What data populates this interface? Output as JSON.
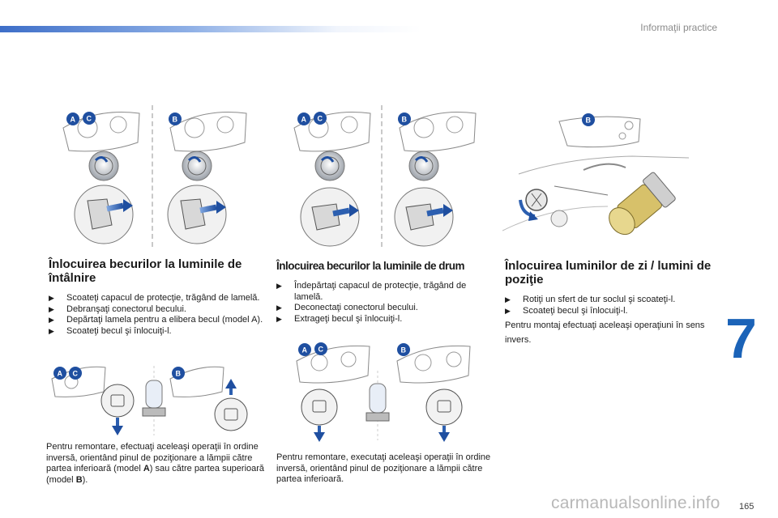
{
  "header": {
    "title": "Informaţii practice"
  },
  "chapter_number": "7",
  "page_number": "165",
  "watermark": "carmanualsonline.info",
  "badges": {
    "a": "A",
    "b": "B",
    "c": "C"
  },
  "section1": {
    "title": "Înlocuirea becurilor la luminile de întâlnire",
    "steps": [
      "Scoateţi capacul de protecţie, trăgând de lamelă.",
      "Debranşaţi conectorul becului.",
      "Depărtaţi lamela pentru a elibera becul (model A).",
      "Scoateţi becul şi înlocuiţi-l."
    ],
    "note_parts": [
      "Pentru remontare, efectuaţi aceleaşi operaţii în ordine inversă, orientând pinul de poziţionare a lămpii către partea inferioară (model ",
      "A",
      ") sau către partea superioară (model ",
      "B",
      ")."
    ]
  },
  "section2": {
    "title": "Înlocuirea becurilor la luminile de drum",
    "steps": [
      "Îndepărtaţi capacul de protecţie, trăgând de lamelă.",
      "Deconectaţi conectorul becului.",
      "Extrageţi becul şi înlocuiţi-l."
    ],
    "note": "Pentru remontare, executaţi aceleaşi operaţii în ordine inversă, orientând pinul de poziţionare a lămpii către partea inferioară."
  },
  "section3": {
    "title": "Înlocuirea luminilor de zi / lumini de poziţie",
    "steps": [
      "Rotiţi un sfert de tur soclul şi scoateţi-l.",
      "Scoateţi becul şi înlocuiţi-l."
    ],
    "note": "Pentru montaj efectuaţi aceleaşi operaţiuni în sens invers."
  },
  "colors": {
    "accent": "#1b63b8",
    "badge": "#1f4fa0",
    "arrow_blue": "#2c5fb0",
    "line_gray": "#9a9a9a"
  }
}
